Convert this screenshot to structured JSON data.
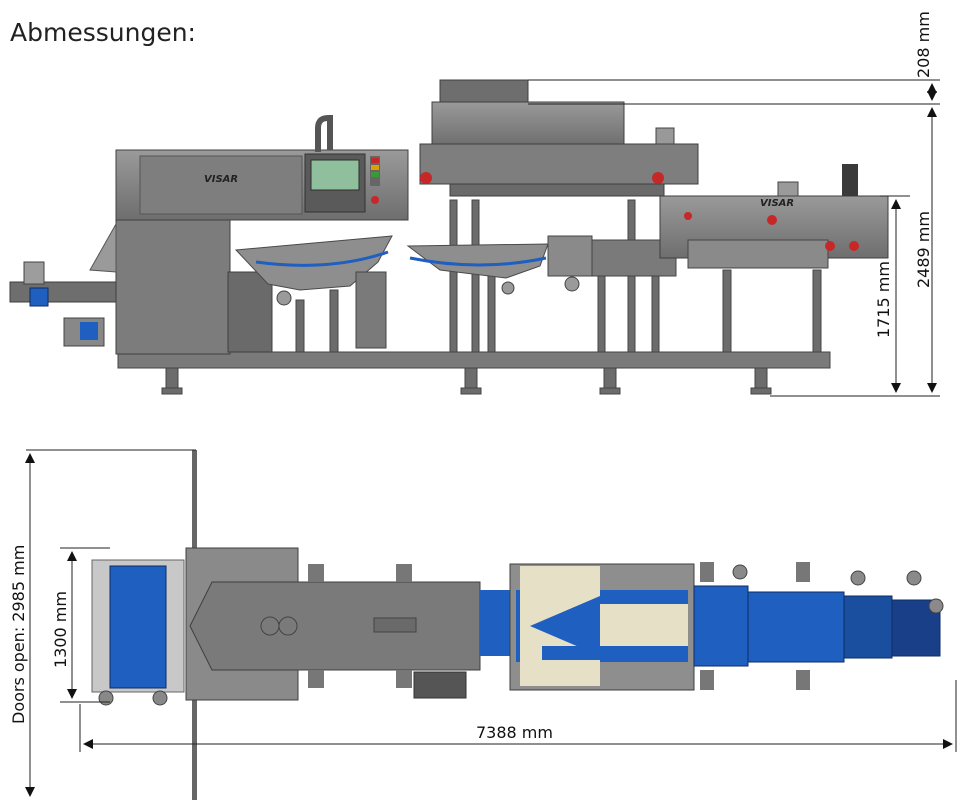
{
  "title": "Abmessungen:",
  "brand": "VISAR",
  "dimensions": {
    "top_cover_height": "208 mm",
    "total_height": "2489 mm",
    "feed_height": "1715 mm",
    "doors_open_width": "Doors open: 2985 mm",
    "belt_width": "1300 mm",
    "total_length": "7388 mm"
  },
  "colors": {
    "steel": "#8c8c8c",
    "steel_dark": "#5e5e5e",
    "steel_light": "#b4b4b4",
    "belt_blue": "#1f5fbf",
    "cream": "#e6e0c6",
    "red": "#c62828"
  }
}
